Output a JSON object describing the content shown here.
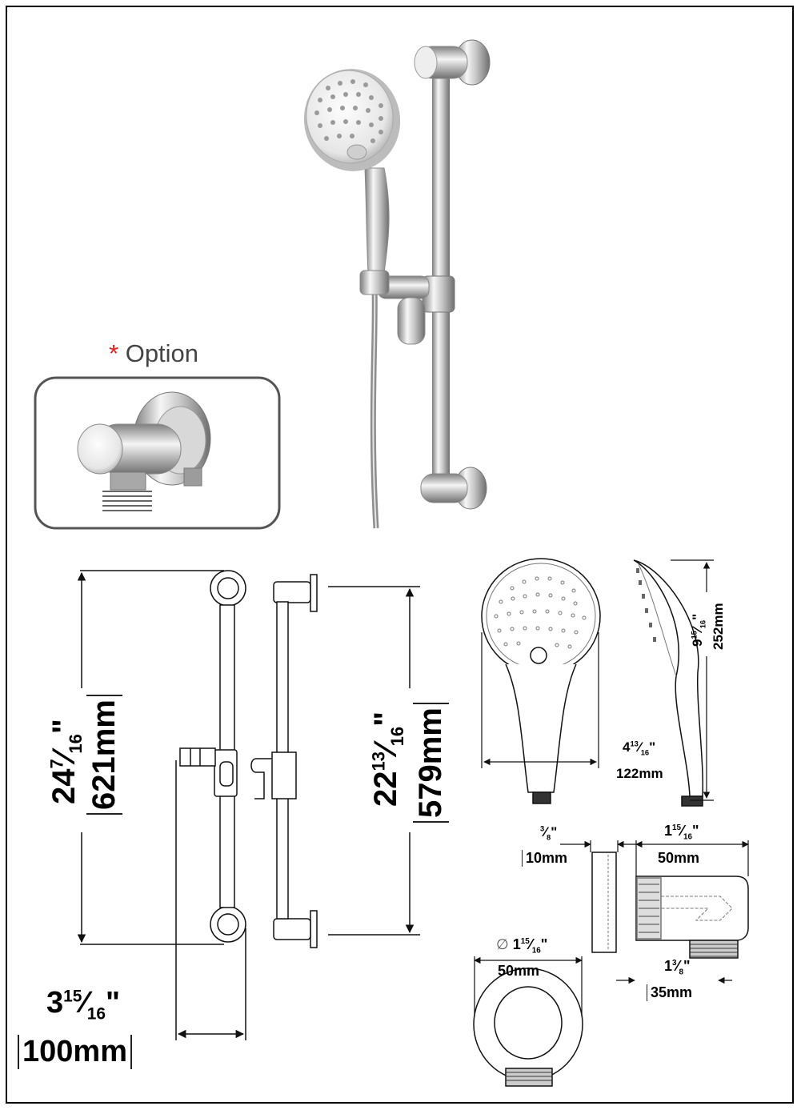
{
  "option": {
    "marker": "*",
    "label": "Option"
  },
  "dimensions": {
    "total_height": {
      "inch_whole": "24",
      "inch_num": "7",
      "inch_den": "16",
      "inch_mark": "\"",
      "mm": "621mm"
    },
    "center_height": {
      "inch_whole": "22",
      "inch_num": "13",
      "inch_den": "16",
      "inch_mark": "\"",
      "mm": "579mm"
    },
    "projection": {
      "inch_whole": "3",
      "inch_num": "15",
      "inch_den": "16",
      "inch_mark": "\"",
      "mm": "100mm"
    },
    "head_length": {
      "inch_whole": "9",
      "inch_num": "15",
      "inch_den": "16",
      "inch_mark": "\"",
      "mm": "252mm"
    },
    "head_width": {
      "inch_whole": "4",
      "inch_num": "13",
      "inch_den": "16",
      "inch_mark": "\"",
      "mm": "122mm"
    },
    "flange_thickness": {
      "inch_whole": "",
      "inch_num": "3",
      "inch_den": "8",
      "inch_mark": "\"",
      "mm": "10mm"
    },
    "elbow_depth": {
      "inch_whole": "1",
      "inch_num": "15",
      "inch_den": "16",
      "inch_mark": "\"",
      "mm": "50mm"
    },
    "flange_diameter": {
      "symbol": "∅",
      "inch_whole": "1",
      "inch_num": "15",
      "inch_den": "16",
      "inch_mark": "\"",
      "mm": "50mm"
    },
    "elbow_height": {
      "inch_whole": "1",
      "inch_num": "3",
      "inch_den": "8",
      "inch_mark": "\"",
      "mm": "35mm"
    }
  },
  "colors": {
    "line": "#111111",
    "chrome_dark": "#8a8a8a",
    "chrome_light": "#f4f4f4",
    "accent": "#e02020",
    "box_border": "#555555"
  }
}
